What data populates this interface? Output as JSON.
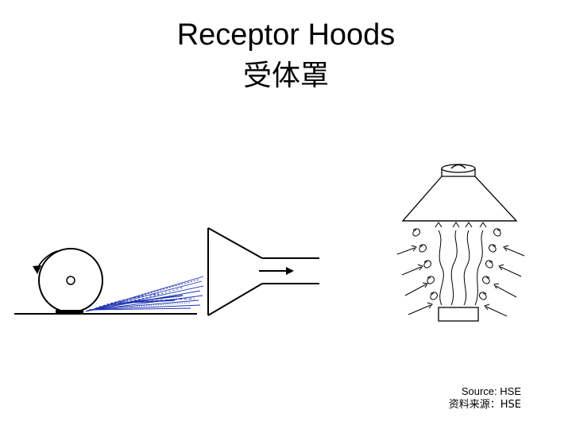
{
  "slide": {
    "title_en": "Receptor Hoods",
    "title_zh": "受体罩",
    "source_en": "Source: HSE",
    "source_zh": "资料来源：HSE"
  },
  "figures": [
    {
      "name": "grinding-wheel-receptor-hood",
      "description_icon": "grinding-wheel-with-spark-stream-and-cone-hood"
    },
    {
      "name": "canopy-receptor-hood",
      "description_icon": "canopy-hood-over-hot-process-with-rising-plume"
    }
  ],
  "colors": {
    "ink": "#000000",
    "sparks": "#1a2fb0",
    "background": "#ffffff"
  }
}
